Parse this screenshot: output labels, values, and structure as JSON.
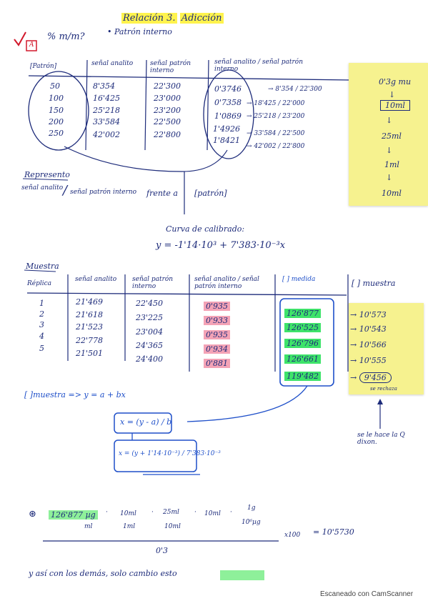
{
  "title": {
    "relacion": "Relación 3.",
    "subtitle": "Adicción",
    "item2": "Patrón interno"
  },
  "percent_label": "% m/m?",
  "boxed_mark": "A",
  "table1": {
    "headers": [
      "[Patrón]",
      "señal analito",
      "señal patrón interno",
      "señal analito / señal patrón interno"
    ],
    "rows": [
      [
        "50",
        "8'354",
        "22'300",
        "0'3746",
        "8'354 / 22'300"
      ],
      [
        "100",
        "16'425",
        "23'000",
        "0'7358",
        "18'425 / 22'000"
      ],
      [
        "150",
        "25'218",
        "23'200",
        "1'0869",
        "25'218 / 23'200"
      ],
      [
        "200",
        "33'584",
        "22'500",
        "1'4926",
        "33'584 / 22'500"
      ],
      [
        "250",
        "42'002",
        "22'800",
        "1'8421",
        "42'002 / 22'800"
      ]
    ]
  },
  "represento": {
    "label": "Represento",
    "num": "señal analito",
    "den": "señal patrón interno",
    "frente": "frente a",
    "patron": "[patrón]"
  },
  "curva": {
    "label": "Curva de calibrado:",
    "eq": "y = -1'14·10³ + 7'383·10⁻³x"
  },
  "muestra": {
    "label": "Muestra",
    "headers": [
      "Réplica",
      "señal analito",
      "señal patrón interno",
      "señal analito / señal patrón interno",
      "[ ] medida",
      "[ ] muestra"
    ],
    "rows": [
      [
        "1",
        "21'469",
        "22'450",
        "0'935",
        "126'877",
        "10'573"
      ],
      [
        "2",
        "21'618",
        "23'225",
        "0'933",
        "126'525",
        "10'543"
      ],
      [
        "3",
        "21'523",
        "23'004",
        "0'935",
        "126'796",
        "10'566"
      ],
      [
        "4",
        "22'778",
        "24'365",
        "0'934",
        "126'661",
        "10'555"
      ],
      [
        "5",
        "21'501",
        "24'400",
        "0'881",
        "119'482",
        ""
      ]
    ]
  },
  "sticky1": {
    "items": [
      "0'3g mu",
      "10ml",
      "25ml",
      "1ml",
      "10ml"
    ]
  },
  "sticky2": {
    "result": "9'456",
    "note": "se rechaza"
  },
  "dixon_note": "se le hace la Q dixon.",
  "formula": {
    "intro": "[ ]muestra => y = a + bx",
    "f1": "x = (y - a) / b",
    "f2": "x = (y + 1'14·10⁻³) / 7'383·10⁻³"
  },
  "calc": {
    "star": "⊛",
    "value": "126'877 µg",
    "unit_ml": "ml",
    "frac1": [
      "10ml",
      "1ml"
    ],
    "frac2": [
      "25ml",
      "10ml"
    ],
    "frac3": "10ml",
    "frac4": [
      "1g",
      "10⁶µg"
    ],
    "den": "0'3",
    "x100": "x100",
    "result": "= 10'5730"
  },
  "closing": "y así con los demás, solo cambio esto",
  "footer": "Escaneado con CamScanner"
}
